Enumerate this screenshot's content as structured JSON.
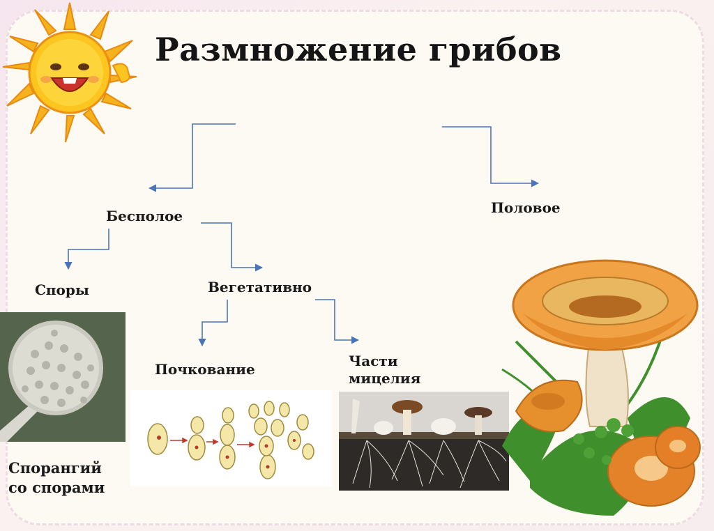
{
  "title": "Размножение грибов",
  "nodes": {
    "asexual": "Бесполое",
    "sexual": "Половое",
    "spores": "Споры",
    "vegetative": "Вегетативно",
    "budding": "Почкование",
    "mycelium_line1": "Части",
    "mycelium_line2": "мицелия"
  },
  "sporangium_caption": {
    "line1": "Спорангий",
    "line2": "со спорами"
  },
  "colors": {
    "arrow": "#4a74b8",
    "title": "#151515"
  }
}
